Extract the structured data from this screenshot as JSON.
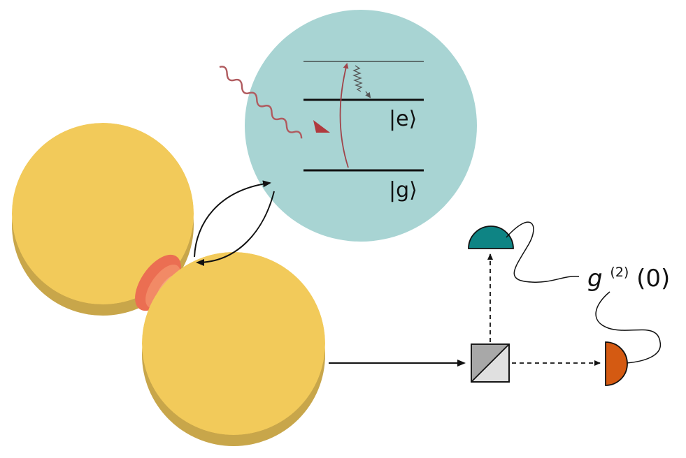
{
  "labels": {
    "excited_state": "|e⟩",
    "ground_state": "|g⟩",
    "correlation": "g",
    "correlation_superscript": "(2)",
    "correlation_argument": "(0)"
  },
  "colors": {
    "sphere_gold": "#F2CA5A",
    "sphere_shadow": "#C8A64A",
    "quantum_emitter_disk": "#A8D4D3",
    "hotspot_outer": "#EB6E52",
    "hotspot_inner": "#F6A27E",
    "photon_wave": "#B05A5E",
    "detector_teal": "#0E8484",
    "detector_orange": "#D45A12",
    "beamsplitter_dark": "#A8A8A8",
    "beamsplitter_light": "#E0E0E0"
  }
}
